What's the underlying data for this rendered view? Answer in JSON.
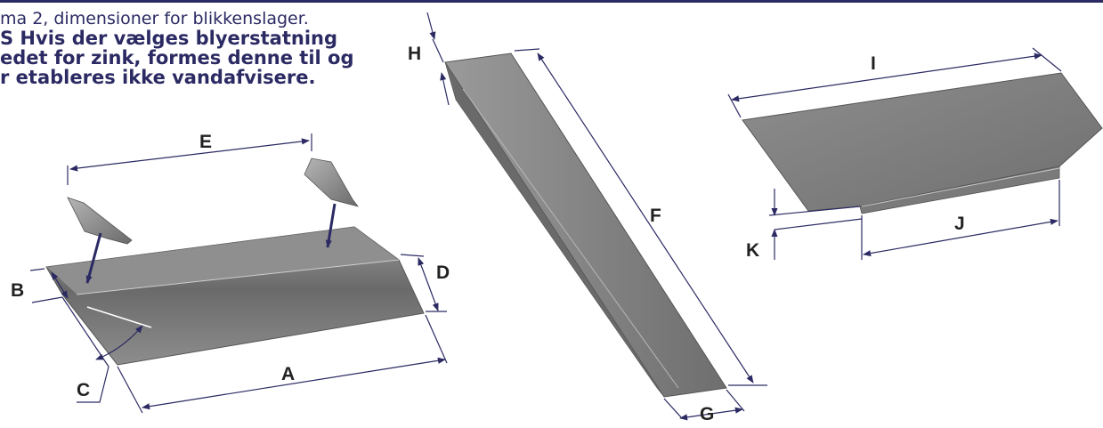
{
  "caption": {
    "line1": "ma 2, dimensioner for blikkenslager.",
    "line2": "S Hvis der vælges blyerstatning",
    "line3": "edet for zink, formes denne til og",
    "line4": "r etableres ikke vandafvisere."
  },
  "labels": {
    "A": "A",
    "B": "B",
    "C": "C",
    "D": "D",
    "E": "E",
    "F": "F",
    "G": "G",
    "H": "H",
    "I": "I",
    "J": "J",
    "K": "K"
  },
  "colors": {
    "accent": "#2b2a63",
    "sheet": "#8a8a8a",
    "sheet_dark": "#5c5c5c",
    "sheet_light": "#a8a8a8",
    "dimension_line": "#2b2a63"
  }
}
